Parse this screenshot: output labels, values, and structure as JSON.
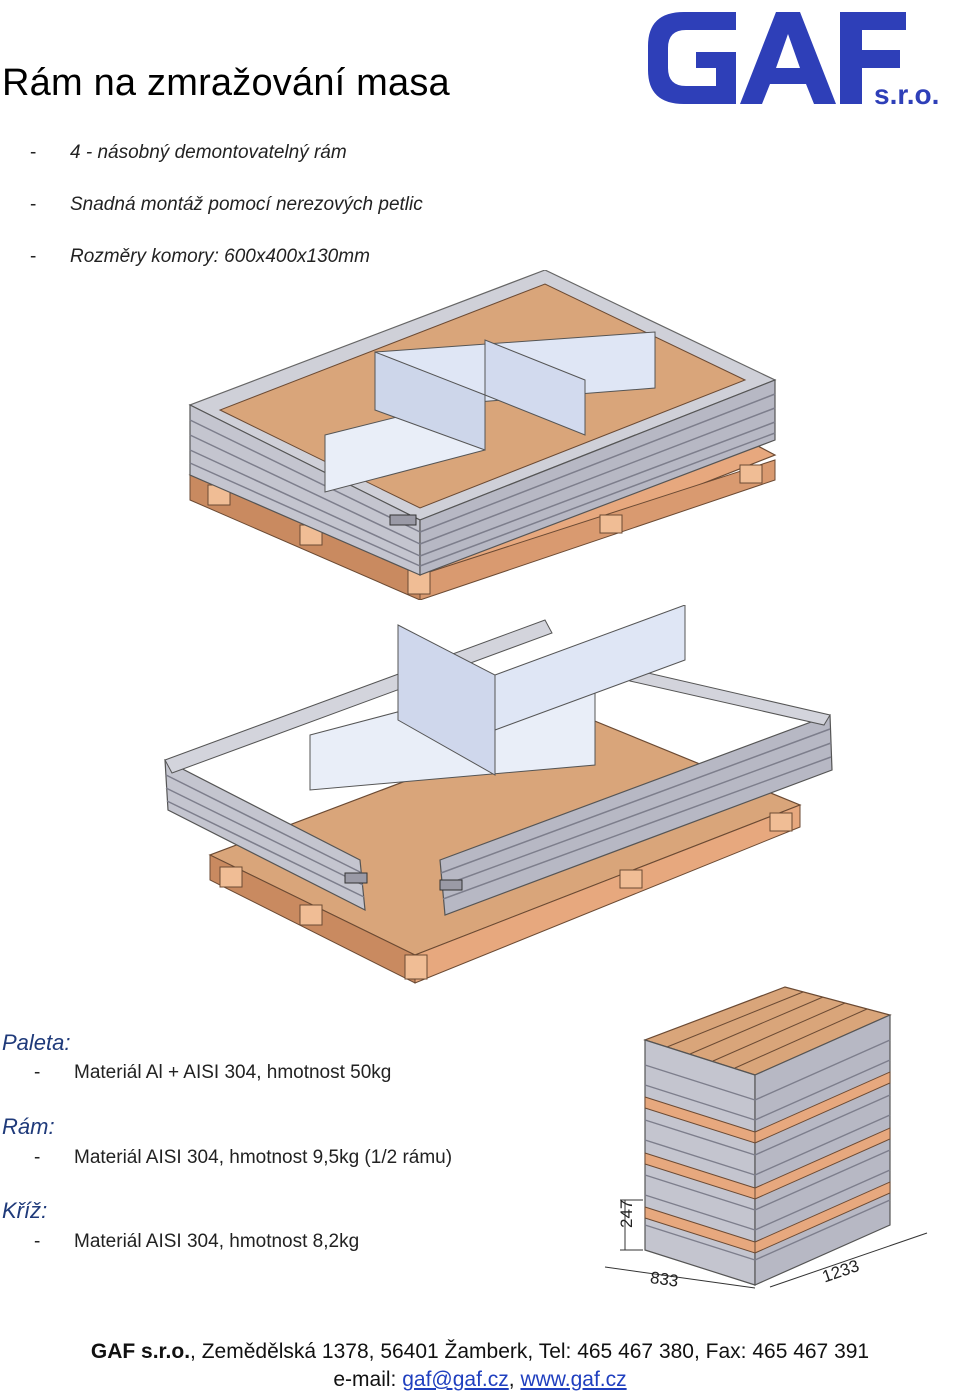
{
  "title": "Rám na zmražování masa",
  "logo": {
    "text": "GAF",
    "suffix": "s.r.o.",
    "color": "#2e3fb8"
  },
  "features": [
    {
      "dash": "-",
      "text": "4 - násobný demontovatelný rám"
    },
    {
      "dash": "-",
      "text": "Snadná montáž pomocí nerezových petlic"
    },
    {
      "dash": "-",
      "text": "Rozměry komory: 600x400x130mm"
    }
  ],
  "specs": {
    "paleta": {
      "heading": "Paleta:",
      "dash": "-",
      "text": "Materiál Al + AISI 304, hmotnost 50kg"
    },
    "ram": {
      "heading": "Rám:",
      "dash": "-",
      "text": "Materiál AISI 304, hmotnost 9,5kg (1/2 rámu)"
    },
    "kriz": {
      "heading": "Kříž:",
      "dash": "-",
      "text": "Materiál AISI 304, hmotnost 8,2kg"
    }
  },
  "dimensions": {
    "height": "247",
    "width": "833",
    "length": "1233"
  },
  "footer": {
    "company": "GAF s.r.o.",
    "address": ", Zemědělská 1378, 56401 Žamberk, Tel: 465 467 380, Fax: 465 467 391",
    "email_label": "e-mail: ",
    "email": "gaf@gaf.cz",
    "sep": ", ",
    "web": "www.gaf.cz"
  },
  "colors": {
    "wood": "#e7a87e",
    "wood_dark": "#c98a60",
    "board": "#d9a57a",
    "metal": "#c9c9d3",
    "metal_dark": "#8e8e9a",
    "panel": "#dfe6f5"
  }
}
